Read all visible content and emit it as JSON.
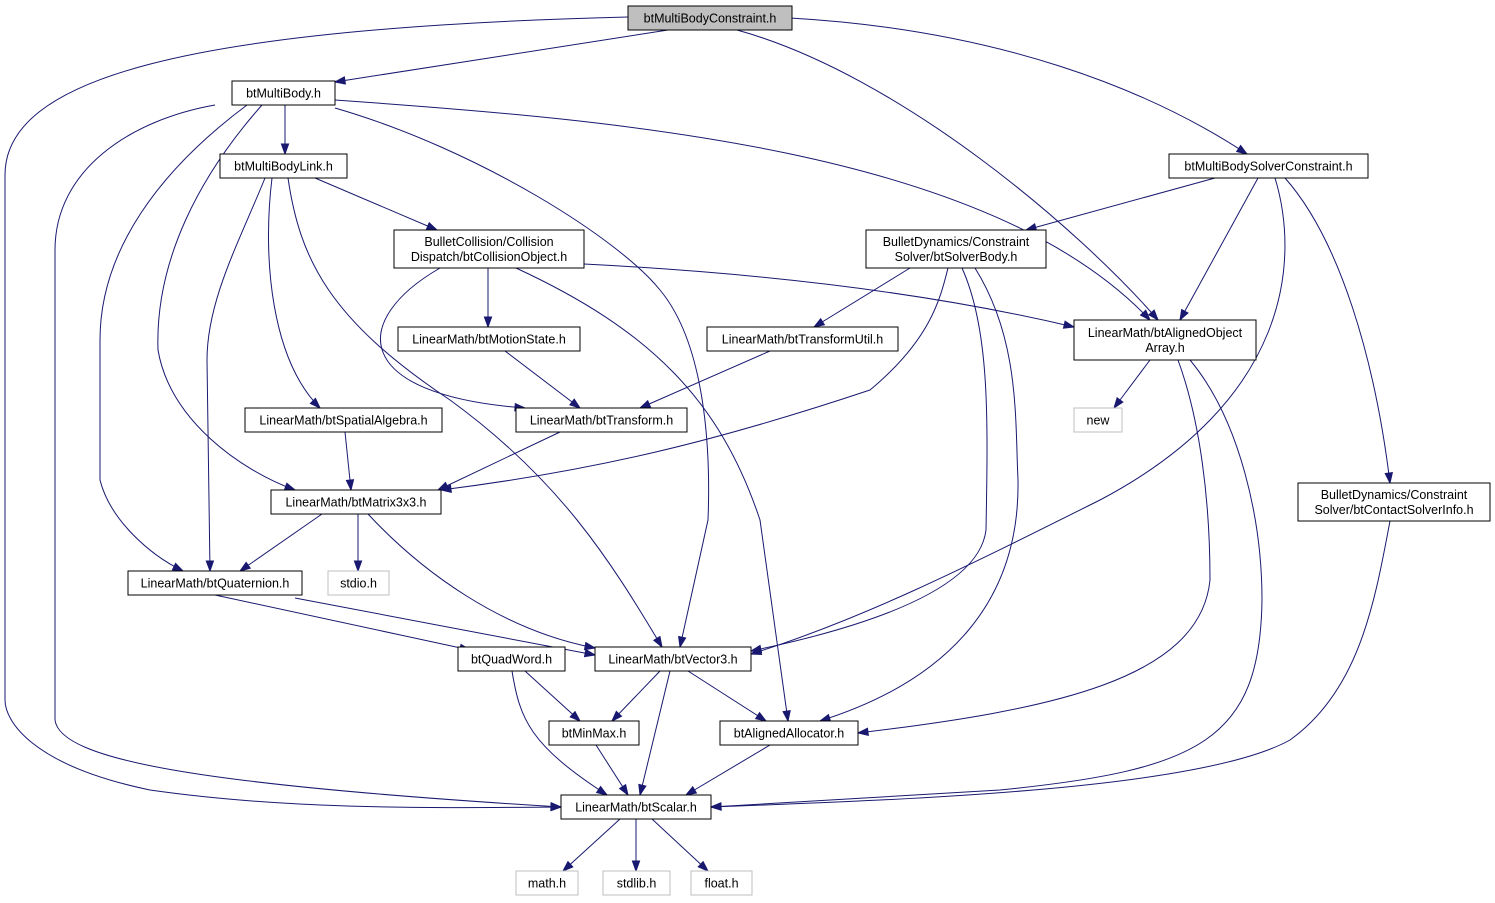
{
  "graph": {
    "colors": {
      "edge": "#191970",
      "root_fill": "#bfbfbf",
      "node_fill": "#ffffff",
      "node_border": "#000000",
      "external_border": "#bfbfbf"
    },
    "nodes": [
      {
        "id": "constraint",
        "lines": [
          "btMultiBodyConstraint.h"
        ],
        "kind": "root"
      },
      {
        "id": "multibody",
        "lines": [
          "btMultiBody.h"
        ],
        "kind": "file"
      },
      {
        "id": "solverconstraint",
        "lines": [
          "btMultiBodySolverConstraint.h"
        ],
        "kind": "file"
      },
      {
        "id": "link",
        "lines": [
          "btMultiBodyLink.h"
        ],
        "kind": "file"
      },
      {
        "id": "collisionobject",
        "lines": [
          "BulletCollision/Collision",
          "Dispatch/btCollisionObject.h"
        ],
        "kind": "file"
      },
      {
        "id": "solverbody",
        "lines": [
          "BulletDynamics/Constraint",
          "Solver/btSolverBody.h"
        ],
        "kind": "file"
      },
      {
        "id": "alignedarray",
        "lines": [
          "LinearMath/btAlignedObject",
          "Array.h"
        ],
        "kind": "file"
      },
      {
        "id": "motionstate",
        "lines": [
          "LinearMath/btMotionState.h"
        ],
        "kind": "file"
      },
      {
        "id": "transformutil",
        "lines": [
          "LinearMath/btTransformUtil.h"
        ],
        "kind": "file"
      },
      {
        "id": "new",
        "lines": [
          "new"
        ],
        "kind": "external"
      },
      {
        "id": "spatialalgebra",
        "lines": [
          "LinearMath/btSpatialAlgebra.h"
        ],
        "kind": "file"
      },
      {
        "id": "transform",
        "lines": [
          "LinearMath/btTransform.h"
        ],
        "kind": "file"
      },
      {
        "id": "matrix",
        "lines": [
          "LinearMath/btMatrix3x3.h"
        ],
        "kind": "file"
      },
      {
        "id": "contactsolverinfo",
        "lines": [
          "BulletDynamics/Constraint",
          "Solver/btContactSolverInfo.h"
        ],
        "kind": "file"
      },
      {
        "id": "quaternion",
        "lines": [
          "LinearMath/btQuaternion.h"
        ],
        "kind": "file"
      },
      {
        "id": "stdio",
        "lines": [
          "stdio.h"
        ],
        "kind": "external"
      },
      {
        "id": "quadword",
        "lines": [
          "btQuadWord.h"
        ],
        "kind": "file"
      },
      {
        "id": "vector3",
        "lines": [
          "LinearMath/btVector3.h"
        ],
        "kind": "file"
      },
      {
        "id": "minmax",
        "lines": [
          "btMinMax.h"
        ],
        "kind": "file"
      },
      {
        "id": "allocator",
        "lines": [
          "btAlignedAllocator.h"
        ],
        "kind": "file"
      },
      {
        "id": "scalar",
        "lines": [
          "LinearMath/btScalar.h"
        ],
        "kind": "file"
      },
      {
        "id": "math",
        "lines": [
          "math.h"
        ],
        "kind": "external"
      },
      {
        "id": "stdlib",
        "lines": [
          "stdlib.h"
        ],
        "kind": "external"
      },
      {
        "id": "float",
        "lines": [
          "float.h"
        ],
        "kind": "external"
      }
    ],
    "edges": [
      {
        "from": "constraint",
        "to": "multibody"
      },
      {
        "from": "constraint",
        "to": "scalar"
      },
      {
        "from": "constraint",
        "to": "alignedarray"
      },
      {
        "from": "constraint",
        "to": "solverconstraint"
      },
      {
        "from": "multibody",
        "to": "link"
      },
      {
        "from": "multibody",
        "to": "scalar"
      },
      {
        "from": "multibody",
        "to": "quaternion"
      },
      {
        "from": "multibody",
        "to": "matrix"
      },
      {
        "from": "multibody",
        "to": "vector3"
      },
      {
        "from": "multibody",
        "to": "alignedarray"
      },
      {
        "from": "link",
        "to": "collisionobject"
      },
      {
        "from": "link",
        "to": "quaternion"
      },
      {
        "from": "link",
        "to": "spatialalgebra"
      },
      {
        "from": "link",
        "to": "vector3"
      },
      {
        "from": "collisionobject",
        "to": "motionstate"
      },
      {
        "from": "collisionobject",
        "to": "transform"
      },
      {
        "from": "collisionobject",
        "to": "alignedarray"
      },
      {
        "from": "collisionobject",
        "to": "allocator"
      },
      {
        "from": "solverconstraint",
        "to": "solverbody"
      },
      {
        "from": "solverconstraint",
        "to": "alignedarray"
      },
      {
        "from": "solverconstraint",
        "to": "vector3"
      },
      {
        "from": "solverconstraint",
        "to": "contactsolverinfo"
      },
      {
        "from": "solverbody",
        "to": "transformutil"
      },
      {
        "from": "solverbody",
        "to": "matrix"
      },
      {
        "from": "solverbody",
        "to": "vector3"
      },
      {
        "from": "solverbody",
        "to": "allocator"
      },
      {
        "from": "alignedarray",
        "to": "new"
      },
      {
        "from": "alignedarray",
        "to": "allocator"
      },
      {
        "from": "alignedarray",
        "to": "scalar"
      },
      {
        "from": "motionstate",
        "to": "transform"
      },
      {
        "from": "transformutil",
        "to": "transform"
      },
      {
        "from": "spatialalgebra",
        "to": "matrix"
      },
      {
        "from": "transform",
        "to": "matrix"
      },
      {
        "from": "matrix",
        "to": "quaternion"
      },
      {
        "from": "matrix",
        "to": "stdio"
      },
      {
        "from": "matrix",
        "to": "vector3"
      },
      {
        "from": "contactsolverinfo",
        "to": "scalar"
      },
      {
        "from": "quaternion",
        "to": "quadword"
      },
      {
        "from": "quaternion",
        "to": "vector3"
      },
      {
        "from": "quadword",
        "to": "minmax"
      },
      {
        "from": "quadword",
        "to": "scalar"
      },
      {
        "from": "vector3",
        "to": "minmax"
      },
      {
        "from": "vector3",
        "to": "scalar"
      },
      {
        "from": "vector3",
        "to": "allocator"
      },
      {
        "from": "minmax",
        "to": "scalar"
      },
      {
        "from": "allocator",
        "to": "scalar"
      },
      {
        "from": "scalar",
        "to": "math"
      },
      {
        "from": "scalar",
        "to": "stdlib"
      },
      {
        "from": "scalar",
        "to": "float"
      }
    ]
  }
}
